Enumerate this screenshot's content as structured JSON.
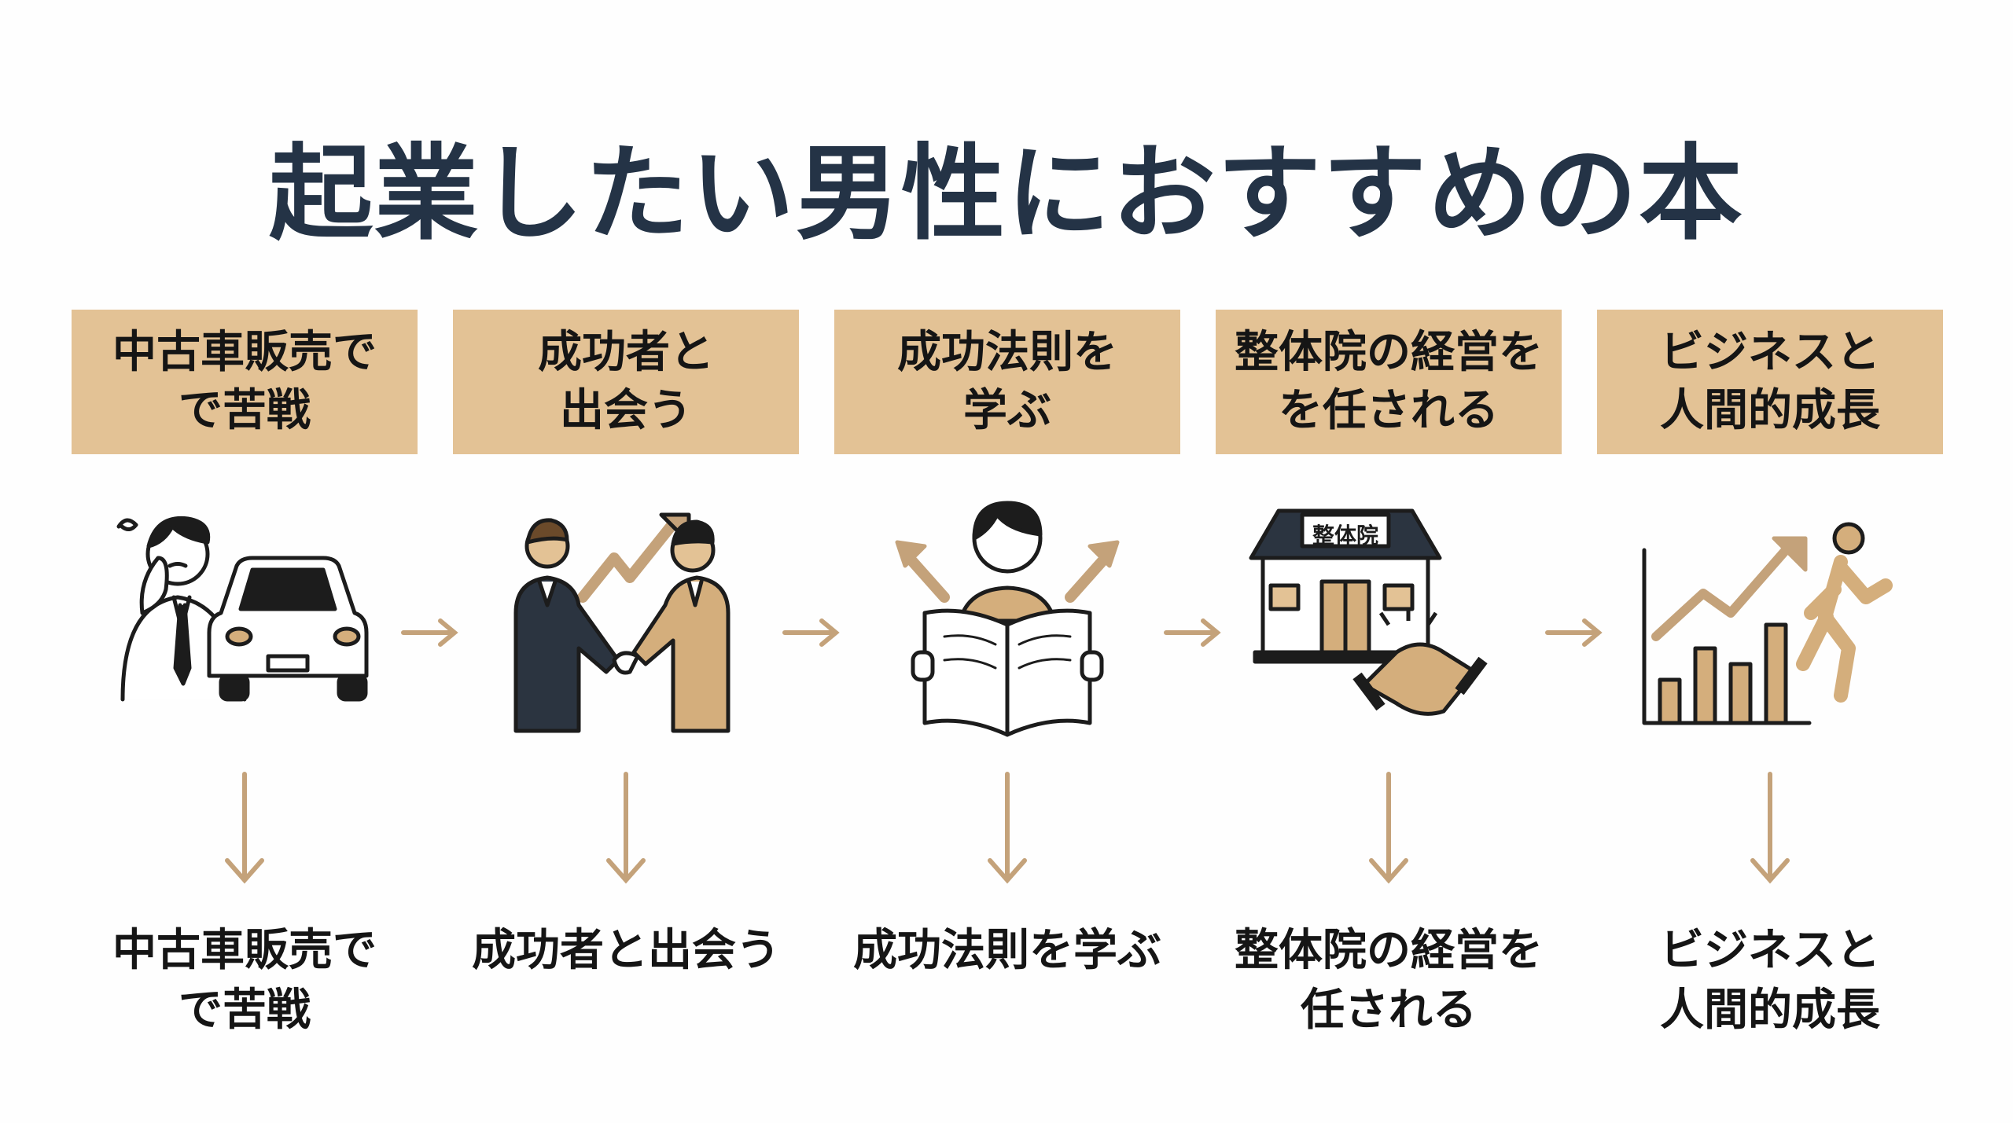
{
  "title": "起業したい男性におすすめの本",
  "colors": {
    "box": "#e3c295",
    "arrow": "#c4a27a",
    "title": "#243346",
    "accent": "#d4ae7c"
  },
  "steps": [
    {
      "box_label": "中古車販売で\nで苦戦",
      "bottom_label": "中古車販売で\nで苦戦",
      "icon": "worried-man-car-icon"
    },
    {
      "box_label": "成功者と\n出会う",
      "bottom_label": "成功者と出会う",
      "icon": "handshake-businessmen-icon"
    },
    {
      "box_label": "成功法則を\n学ぶ",
      "bottom_label": "成功法則を学ぶ",
      "icon": "reading-person-icon"
    },
    {
      "box_label": "整体院の経営を\nを任される",
      "bottom_label": "整体院の経営を\n任される",
      "icon": "clinic-handshake-icon",
      "sign": "整体院"
    },
    {
      "box_label": "ビジネスと\n人間的成長",
      "bottom_label": "ビジネスと\n人間的成長",
      "icon": "growth-chart-runner-icon"
    }
  ]
}
